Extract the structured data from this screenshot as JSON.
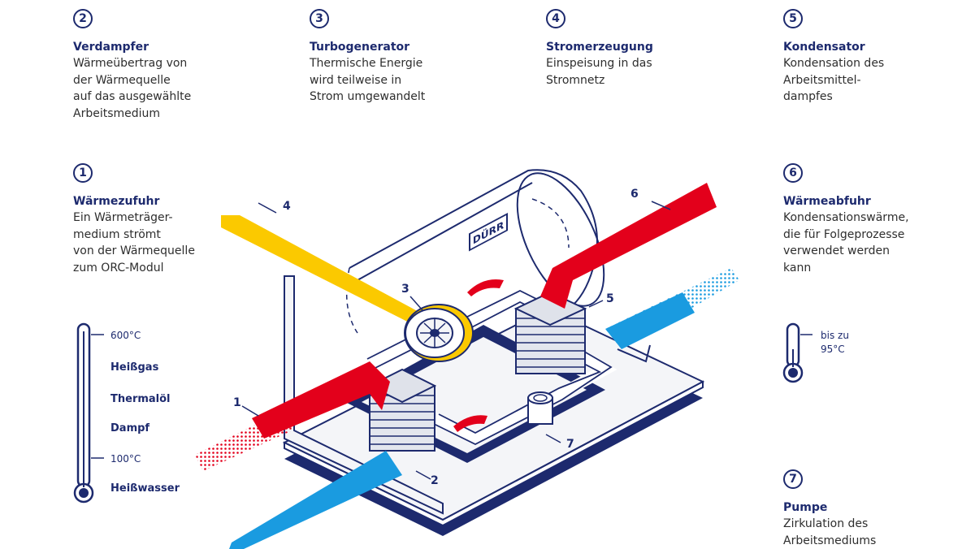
{
  "steps": [
    {
      "num": "2",
      "title": "Verdampfer",
      "lines": [
        "Wärmeübertrag von",
        "der Wärmequelle",
        "auf das ausgewählte",
        "Arbeitsmedium"
      ]
    },
    {
      "num": "3",
      "title": "Turbogenerator",
      "lines": [
        "Thermische Energie",
        "wird teilweise in",
        "Strom umgewandelt"
      ]
    },
    {
      "num": "4",
      "title": "Stromerzeugung",
      "lines": [
        "Einspeisung in das",
        "Stromnetz"
      ]
    },
    {
      "num": "5",
      "title": "Kondensator",
      "lines": [
        "Kondensation des",
        "Arbeitsmittel-",
        "dampfes"
      ]
    },
    {
      "num": "1",
      "title": "Wärmezufuhr",
      "lines": [
        "Ein Wärmeträger-",
        "medium strömt",
        "von der Wärmequelle",
        "zum ORC-Modul"
      ]
    },
    {
      "num": "6",
      "title": "Wärmeabfuhr",
      "lines": [
        "Kondensationswärme,",
        "die für Folgeprozesse",
        "verwendet werden",
        "kann"
      ]
    },
    {
      "num": "7",
      "title": "Pumpe",
      "lines": [
        "Zirkulation des",
        "Arbeitsmediums"
      ]
    }
  ],
  "thermometer_left": {
    "top_temp": "600°C",
    "bottom_temp": "100°C",
    "media": [
      "Heißgas",
      "Thermalöl",
      "Dampf",
      "Heißwasser"
    ]
  },
  "thermometer_right": {
    "lines": [
      "bis zu",
      "95°C"
    ]
  },
  "diagram_labels": [
    "1",
    "2",
    "3",
    "4",
    "5",
    "6",
    "7"
  ],
  "logo_text": "DÜRR",
  "colors": {
    "navy": "#1d2a6e",
    "red": "#e3001b",
    "yellow": "#fbc900",
    "blue": "#1a9be0",
    "plate": "#f4f5f8"
  }
}
